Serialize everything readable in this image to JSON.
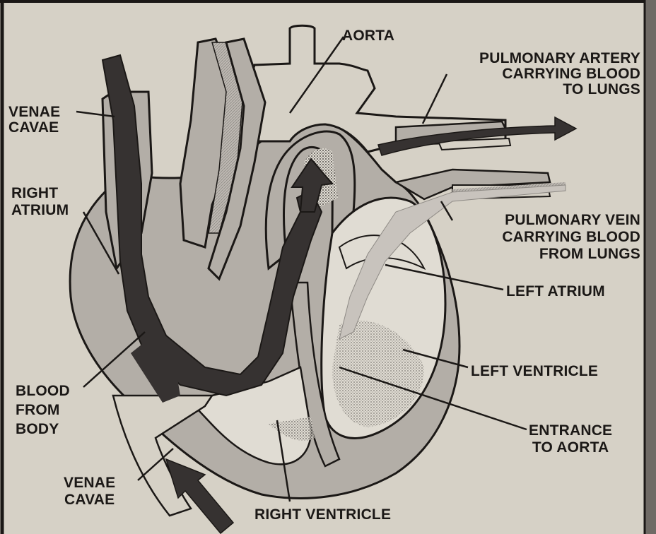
{
  "labels": {
    "aorta": "AORTA",
    "pulmonary_artery": "PULMONARY ARTERY\nCARRYING BLOOD\nTO LUNGS",
    "venae_cavae_top": "VENAE\nCAVAE",
    "right_atrium": "RIGHT\nATRIUM",
    "pulmonary_vein": "PULMONARY VEIN\nCARRYING BLOOD\nFROM LUNGS",
    "left_atrium": "LEFT ATRIUM",
    "left_ventricle": "LEFT VENTRICLE",
    "blood_from_body": "BLOOD\nFROM\nBODY",
    "entrance_to_aorta": "ENTRANCE\nTO AORTA",
    "venae_cavae_bottom": "VENAE\nCAVAE",
    "right_ventricle": "RIGHT VENTRICLE"
  },
  "colors": {
    "background": "#d6d1c6",
    "outline": "#1b1816",
    "wall_fill": "#b3aea7",
    "deoxygenated_blood": "#363231",
    "oxygenated_blood": "#bdb8b2",
    "chamber_fill": "#e0dcd3"
  }
}
